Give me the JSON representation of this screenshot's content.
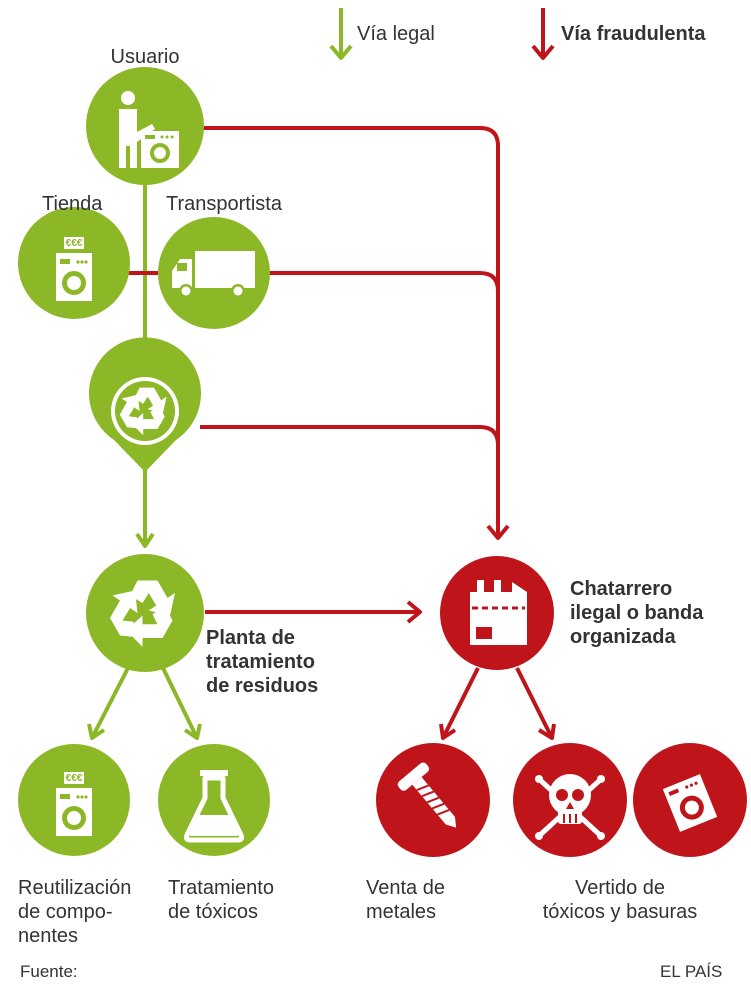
{
  "legend": {
    "legal": "Vía legal",
    "fraud": "Vía fraudulenta"
  },
  "colors": {
    "green": "#8cb827",
    "red": "#c0141b",
    "text": "#333333"
  },
  "nodes": {
    "user": {
      "label": "Usuario",
      "icon": "person-discarding-washing-machine-icon"
    },
    "shop": {
      "label": "Tienda",
      "icon": "washing-machine-euro-icon",
      "price_tag": "€€€"
    },
    "carrier": {
      "label": "Transportista",
      "icon": "truck-icon"
    },
    "collection": {
      "icon": "recycle-location-pin-icon"
    },
    "plant": {
      "label_lines": [
        "Planta de",
        "tratamiento",
        "de residuos"
      ],
      "icon": "recycle-icon"
    },
    "scrap": {
      "label_lines": [
        "Chatarrero",
        "ilegal o banda",
        "organizada"
      ],
      "icon": "factory-icon"
    },
    "reuse": {
      "label_lines": [
        "Reutilización",
        "de compo-",
        "nentes"
      ],
      "icon": "washing-machine-euro-icon",
      "price_tag": "€€€"
    },
    "toxic_treatment": {
      "label_lines": [
        "Tratamiento",
        "de tóxicos"
      ],
      "icon": "flask-icon"
    },
    "metals": {
      "label_lines": [
        "Venta de",
        "metales"
      ],
      "icon": "screw-icon"
    },
    "dumping": {
      "label_lines": [
        "Vertido de",
        "tóxicos y basuras"
      ],
      "icons": [
        "skull-crossbones-icon",
        "dumped-washing-machine-icon"
      ]
    }
  },
  "footer": {
    "source": "Fuente:",
    "brand": "EL PAÍS"
  }
}
